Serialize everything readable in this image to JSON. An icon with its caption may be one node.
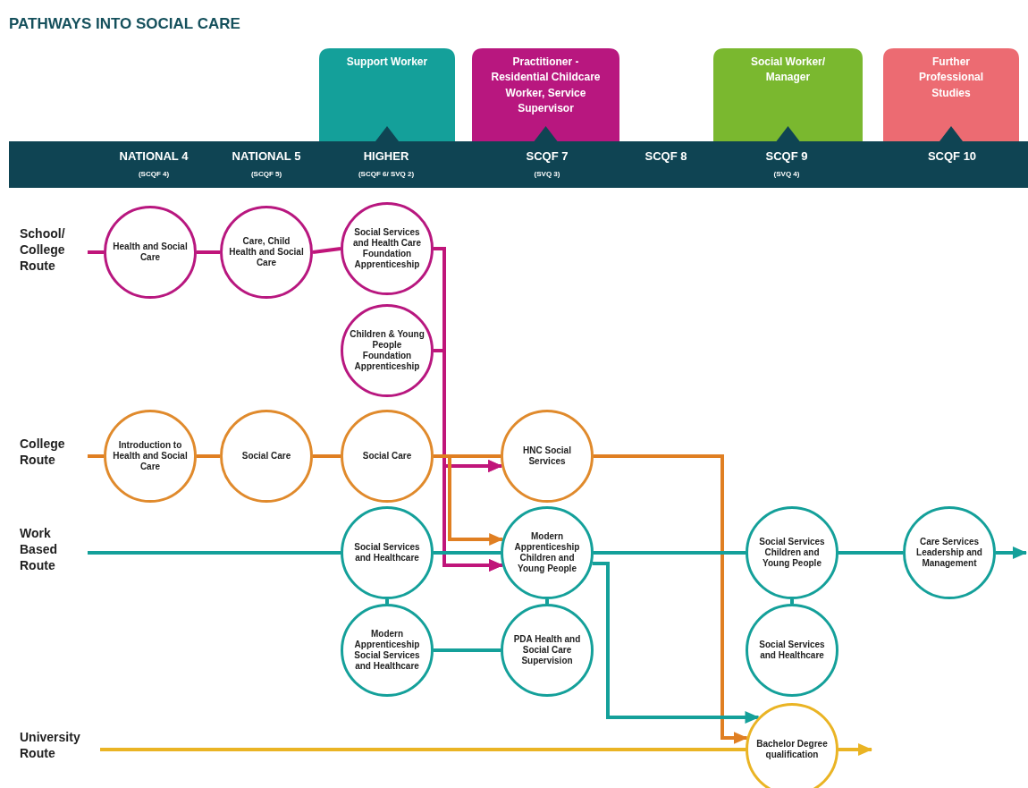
{
  "diagram": {
    "title": "PATHWAYS INTO SOCIAL CARE",
    "nodes": [
      {
        "text": [
          "NATIONAL 4",
          "(SCQF 4)",
          "NATIONAL 5",
          "(SCQF 5)",
          "HIGHER",
          "(SCQF 6/ SVQ 2)",
          "SCQF 7",
          "(SVQ 3)",
          "SCQF 8",
          "SCQF 9",
          "(SVQ 4)",
          "SCQF 10"
        ]
      },
      {
        "text": [
          "Support Worker"
        ]
      },
      {
        "text": [
          "Practitioner - Residential Childcare Worker, Service Supervisor"
        ]
      },
      {
        "text": [
          "Social Worker/ Manager"
        ]
      },
      {
        "text": [
          "Further Professional Studies"
        ]
      },
      {
        "text": [
          "School/ College Route"
        ]
      },
      {
        "text": [
          "Health and Social Care"
        ]
      },
      {
        "text": [
          "Care, Child Health and Social Care"
        ]
      },
      {
        "text": [
          "Social Services and Health Care Foundation Apprenticeship"
        ]
      },
      {
        "text": [
          "Children & Young People Foundation Apprenticeship"
        ]
      },
      {
        "text": [
          "College Route"
        ]
      },
      {
        "text": [
          "Introduction to Health and Social Care"
        ]
      },
      {
        "text": [
          "Social Care"
        ]
      },
      {
        "text": [
          "Social Care"
        ]
      },
      {
        "text": [
          "HNC Social Services"
        ]
      },
      {
        "text": [
          "Work Based Route"
        ]
      },
      {
        "text": [
          "Social Services and Healthcare"
        ]
      },
      {
        "text": [
          "Modern Apprenticeship Children and Young People"
        ]
      },
      {
        "text": [
          "Social Services Children and Young People"
        ]
      },
      {
        "text": [
          "Care Services Leadership and Management"
        ]
      },
      {
        "text": [
          "Modern Apprenticeship Social Services and Healthcare"
        ]
      },
      {
        "text": [
          "PDA Health and Social Care Supervision"
        ]
      },
      {
        "text": [
          "Social Services and Healthcare"
        ]
      },
      {
        "text": [
          "University Route"
        ]
      },
      {
        "text": [
          "Bachelor Degree qualification"
        ]
      }
    ],
    "edges": [
      {
        "from": 5,
        "to": 6,
        "arrow": "none",
        "color": "#c0157a"
      },
      {
        "from": 6,
        "to": 7,
        "arrow": "none",
        "color": "#c0157a"
      },
      {
        "from": 7,
        "to": 8,
        "arrow": "none",
        "color": "#c0157a"
      },
      {
        "from": 8,
        "to": 14,
        "arrow": "to",
        "color": "#c0157a"
      },
      {
        "from": 8,
        "to": 17,
        "arrow": "to",
        "color": "#c0157a"
      },
      {
        "from": 9,
        "to": 14,
        "arrow": "to",
        "color": "#c0157a"
      },
      {
        "from": 9,
        "to": 17,
        "arrow": "to",
        "color": "#c0157a"
      },
      {
        "from": 10,
        "to": 11,
        "arrow": "none",
        "color": "#e07f22"
      },
      {
        "from": 11,
        "to": 12,
        "arrow": "none",
        "color": "#e07f22"
      },
      {
        "from": 12,
        "to": 13,
        "arrow": "none",
        "color": "#e07f22"
      },
      {
        "from": 13,
        "to": 14,
        "arrow": "none",
        "color": "#e07f22"
      },
      {
        "from": 13,
        "to": 17,
        "arrow": "to",
        "color": "#e07f22"
      },
      {
        "from": 14,
        "to": 24,
        "arrow": "to",
        "color": "#e07f22"
      },
      {
        "from": 15,
        "to": 16,
        "arrow": "none"
      },
      {
        "from": 16,
        "to": 17,
        "arrow": "none"
      },
      {
        "from": 17,
        "to": 18,
        "arrow": "none"
      },
      {
        "from": 18,
        "to": 19,
        "arrow": "none"
      },
      {
        "from": 19,
        "to": null,
        "arrow": "to"
      },
      {
        "from": 16,
        "to": 20,
        "arrow": "none"
      },
      {
        "from": 20,
        "to": 21,
        "arrow": "none"
      },
      {
        "from": 21,
        "to": 17,
        "arrow": "none"
      },
      {
        "from": 18,
        "to": 22,
        "arrow": "none"
      },
      {
        "from": 17,
        "to": 24,
        "arrow": "to"
      },
      {
        "from": 23,
        "to": 24,
        "arrow": "none",
        "color": "#eab424"
      },
      {
        "from": 24,
        "to": null,
        "arrow": "to",
        "color": "#eab424"
      }
    ]
  }
}
